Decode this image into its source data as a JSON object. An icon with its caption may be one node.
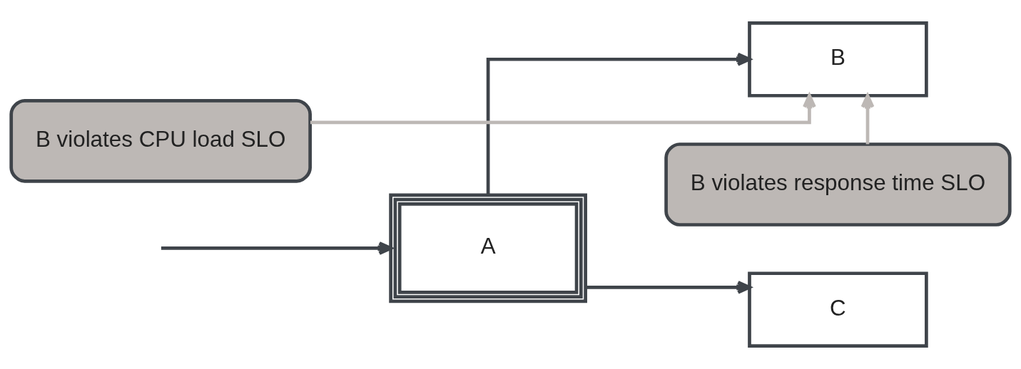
{
  "diagram": {
    "nodes": [
      {
        "text": [
          "A"
        ]
      },
      {
        "text": [
          "B"
        ]
      },
      {
        "text": [
          "C"
        ]
      },
      {
        "text": [
          "B violates response time SLO"
        ]
      },
      {
        "text": [
          "B violates CPU load SLO"
        ]
      }
    ],
    "edges": [
      {
        "from": null,
        "to": 0,
        "arrow": "to"
      },
      {
        "from": 0,
        "to": 1,
        "arrow": "to"
      },
      {
        "from": 0,
        "to": 2,
        "arrow": "to"
      },
      {
        "from": 3,
        "to": 1,
        "arrow": "to",
        "color": "#bdb8b5"
      },
      {
        "from": 4,
        "to": 1,
        "arrow": "to",
        "color": "#bdb8b5"
      }
    ]
  }
}
